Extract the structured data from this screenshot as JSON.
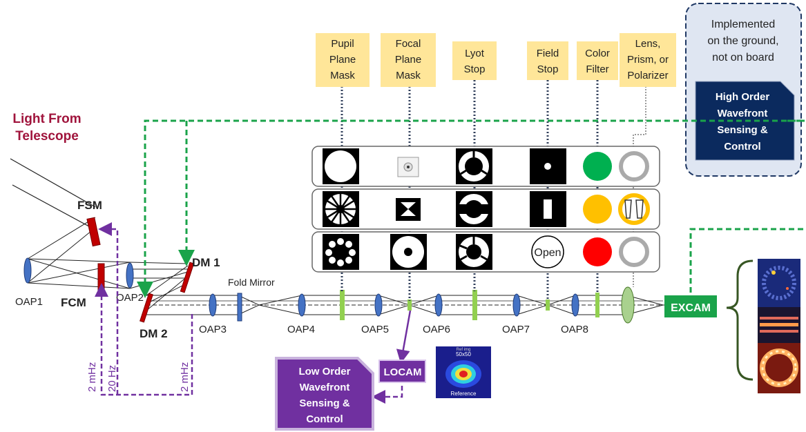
{
  "source": {
    "title_line1": "Light From",
    "title_line2": "Telescope"
  },
  "mirrors": {
    "fsm": "FSM",
    "fcm": "FCM",
    "dm1": "DM 1",
    "dm2": "DM 2",
    "fold": "Fold Mirror"
  },
  "oaps": [
    "OAP1",
    "OAP2",
    "OAP3",
    "OAP4",
    "OAP5",
    "OAP6",
    "OAP7",
    "OAP8"
  ],
  "masks": [
    {
      "line1": "Pupil",
      "line2": "Plane",
      "line3": "Mask"
    },
    {
      "line1": "Focal",
      "line2": "Plane",
      "line3": "Mask"
    },
    {
      "line1": "Lyot",
      "line2": "Stop",
      "line3": ""
    },
    {
      "line1": "Field",
      "line2": "Stop",
      "line3": ""
    },
    {
      "line1": "Color",
      "line2": "Filter",
      "line3": ""
    },
    {
      "line1": "Lens,",
      "line2": "Prism, or",
      "line3": "Polarizer"
    }
  ],
  "open_label": "Open",
  "ground_note": {
    "line1": "Implemented",
    "line2": "on the ground,",
    "line3": "not on board"
  },
  "high_order": {
    "line1": "High Order",
    "line2": "Wavefront",
    "line3": "Sensing &",
    "line4": "Control"
  },
  "low_order": {
    "line1": "Low Order",
    "line2": "Wavefront",
    "line3": "Sensing &",
    "line4": "Control"
  },
  "locam": "LOCAM",
  "excam": "EXCAM",
  "reference_image": {
    "top": "50x50",
    "bottom": "Reference",
    "small": "Ref img"
  },
  "rates": [
    "2 mHz",
    "20 Hz",
    "2 mHz"
  ],
  "colors": {
    "green_path": "#1aa34a",
    "purple_path": "#7030a0",
    "mirror_red": "#c00000",
    "lens_blue": "#4472c4",
    "mask_yellow": "#ffe699",
    "navy": "#0b2a5e",
    "title_red": "#a0143c"
  }
}
